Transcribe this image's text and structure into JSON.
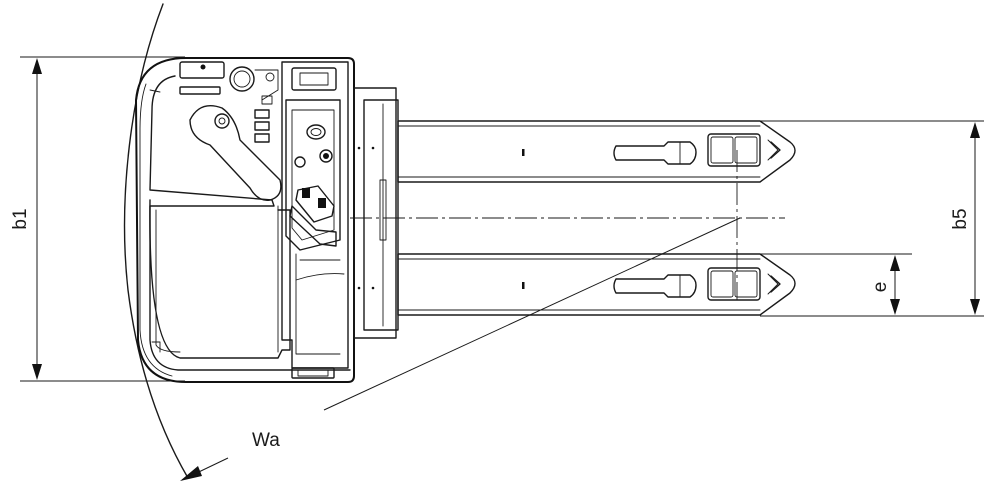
{
  "labels": {
    "b1": "b1",
    "b5": "b5",
    "e": "e",
    "wa": "Wa"
  },
  "colors": {
    "stroke": "#1a1a1a",
    "background": "#ffffff"
  }
}
